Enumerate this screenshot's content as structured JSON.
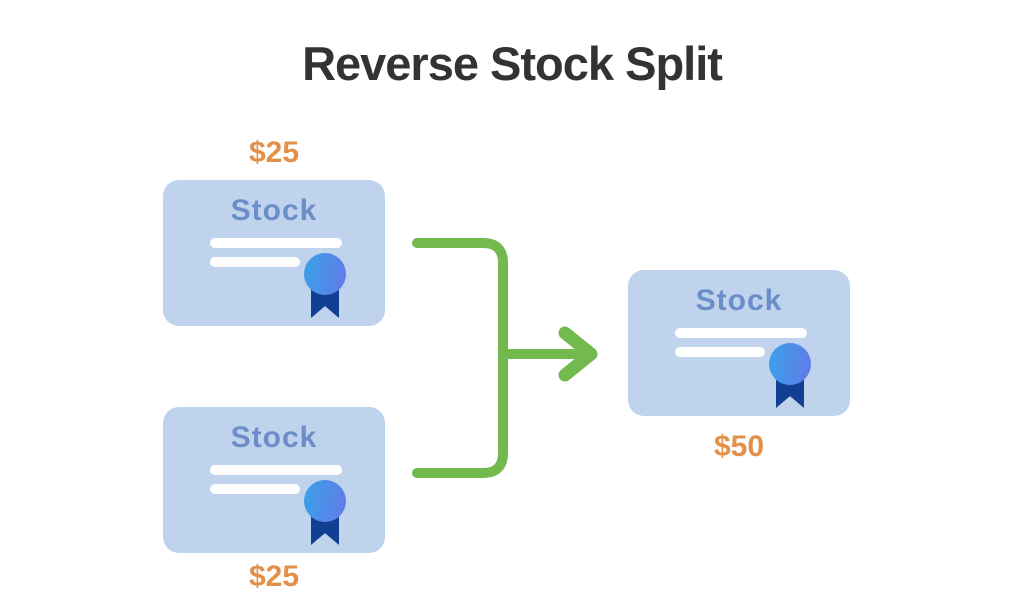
{
  "title": "Reverse Stock Split",
  "cards": [
    {
      "name": "stock-card-top-left",
      "label": "Stock",
      "price": "$25",
      "price_position": "above"
    },
    {
      "name": "stock-card-bottom-left",
      "label": "Stock",
      "price": "$25",
      "price_position": "below"
    },
    {
      "name": "stock-card-result",
      "label": "Stock",
      "price": "$50",
      "price_position": "below"
    }
  ],
  "connector": {
    "shape": "merge-bracket-with-arrow",
    "direction": "right"
  },
  "colors": {
    "title-text": "#333333",
    "card-bg": "#bfd3ec",
    "card-label-text": "#6c8ec8",
    "price-orange": "#e2914a",
    "connector-green": "#72b94e",
    "ribbon-navy": "#123f94",
    "badge-blue-start": "#3f9ce8",
    "badge-blue-end": "#5f7de9"
  }
}
